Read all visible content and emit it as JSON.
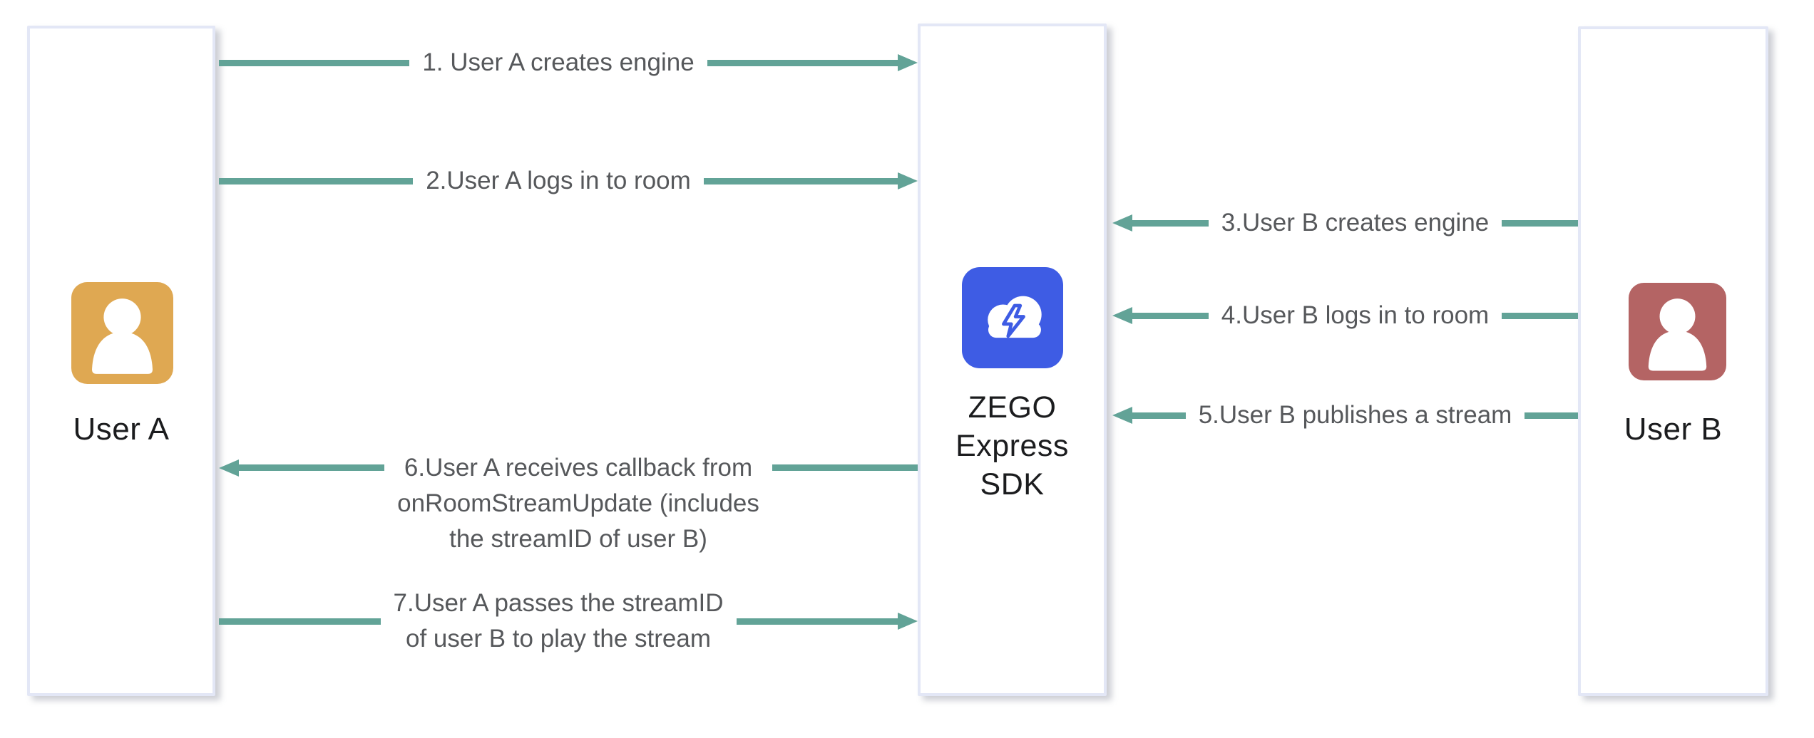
{
  "actors": {
    "user_a": {
      "label": "User A",
      "icon": "person-icon"
    },
    "sdk": {
      "lines": [
        "ZEGO",
        "Express",
        "SDK"
      ],
      "icon": "cloud-lightning-icon"
    },
    "user_b": {
      "label": "User B",
      "icon": "person-icon"
    }
  },
  "steps": [
    {
      "label": "1. User A creates engine",
      "from": "User A",
      "to": "ZEGO Express SDK",
      "direction": "right"
    },
    {
      "label": "2.User A logs in to room",
      "from": "User A",
      "to": "ZEGO Express SDK",
      "direction": "right"
    },
    {
      "label": "3.User B creates engine",
      "from": "User B",
      "to": "ZEGO Express SDK",
      "direction": "left"
    },
    {
      "label": "4.User B logs in to room",
      "from": "User B",
      "to": "ZEGO Express SDK",
      "direction": "left"
    },
    {
      "label": "5.User B publishes a stream",
      "from": "User B",
      "to": "ZEGO Express SDK",
      "direction": "left"
    },
    {
      "lines": [
        "6.User A receives callback from",
        "onRoomStreamUpdate (includes",
        "the streamID of user B)"
      ],
      "from": "ZEGO Express SDK",
      "to": "User A",
      "direction": "left"
    },
    {
      "lines": [
        "7.User A passes the streamID",
        "of user B to play the stream"
      ],
      "from": "User A",
      "to": "ZEGO Express SDK",
      "direction": "right"
    }
  ],
  "colors": {
    "arrow": "#62A397",
    "box_border": "#E3E7F6",
    "actor_label": "#1B1C1E",
    "step_label": "#56585B",
    "user_a_icon": "#DFA852",
    "user_b_icon": "#B46464",
    "sdk_icon": "#3E5CE4"
  }
}
